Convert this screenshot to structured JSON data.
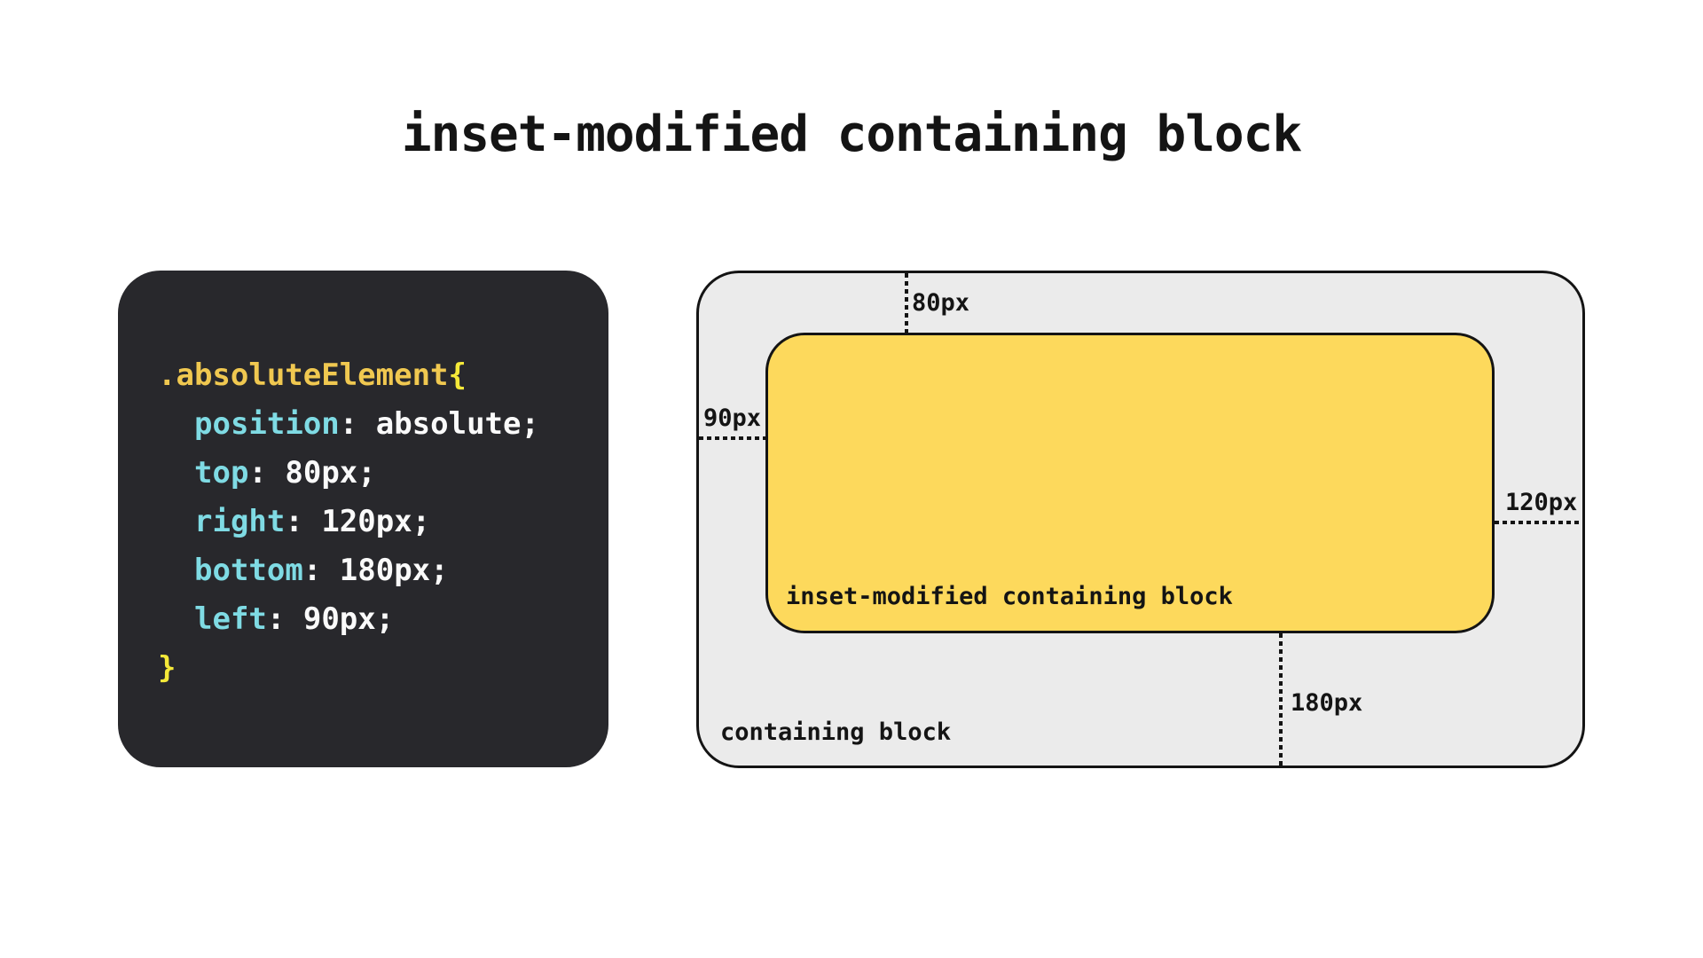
{
  "page": {
    "title": "inset-modified containing block",
    "background": "#ffffff"
  },
  "code_panel": {
    "background": "#28282c",
    "selector": ".absoluteElement",
    "open_brace": "{",
    "close_brace": "}",
    "punctuation": {
      "colon": ": ",
      "semicolon": ";"
    },
    "declarations": [
      {
        "property": "position",
        "value": "absolute"
      },
      {
        "property": "top",
        "value": "80px"
      },
      {
        "property": "right",
        "value": "120px"
      },
      {
        "property": "bottom",
        "value": "180px"
      },
      {
        "property": "left",
        "value": "90px"
      }
    ],
    "colors": {
      "selector": "#f0c850",
      "brace": "#f5e939",
      "property": "#7fdbe4",
      "value": "#fafafa"
    }
  },
  "diagram": {
    "containing_block": {
      "label": "containing block",
      "fill": "#ebebeb",
      "border": "#141414"
    },
    "inset_modified_block": {
      "label": "inset-modified containing block",
      "fill": "#fdd95c",
      "border": "#141414"
    },
    "measurements": [
      {
        "side": "top",
        "label": "80px"
      },
      {
        "side": "left",
        "label": "90px"
      },
      {
        "side": "right",
        "label": "120px"
      },
      {
        "side": "bottom",
        "label": "180px"
      }
    ]
  }
}
